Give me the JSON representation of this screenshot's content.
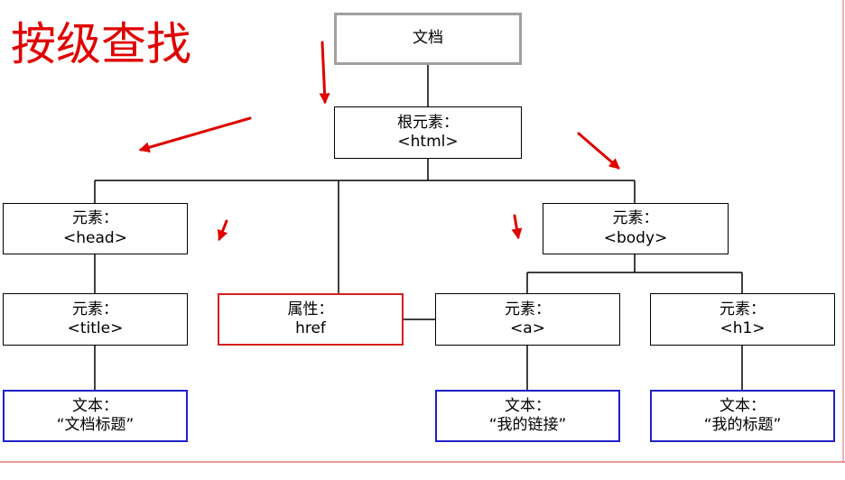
{
  "title": "按级查找",
  "colors": {
    "title": "#e00000",
    "arrow": "#e00000",
    "box_border": "#000000",
    "document_border": "#a0a0a0",
    "attribute_border": "#d62020",
    "text_border": "#2020c8"
  },
  "nodes": {
    "document": {
      "line1": "文档"
    },
    "root": {
      "line1": "根元素：",
      "line2": "<html>"
    },
    "head": {
      "line1": "元素：",
      "line2": "<head>"
    },
    "body": {
      "line1": "元素：",
      "line2": "<body>"
    },
    "title": {
      "line1": "元素：",
      "line2": "<title>"
    },
    "attribute": {
      "line1": "属性：",
      "line2": "href"
    },
    "a": {
      "line1": "元素：",
      "line2": "<a>"
    },
    "h1": {
      "line1": "元素：",
      "line2": "<h1>"
    },
    "text_title": {
      "line1": "文本：",
      "line2": "“文档标题”"
    },
    "text_link": {
      "line1": "文本：",
      "line2": "“我的链接”"
    },
    "text_heading": {
      "line1": "文本：",
      "line2": "“我的标题”"
    }
  }
}
